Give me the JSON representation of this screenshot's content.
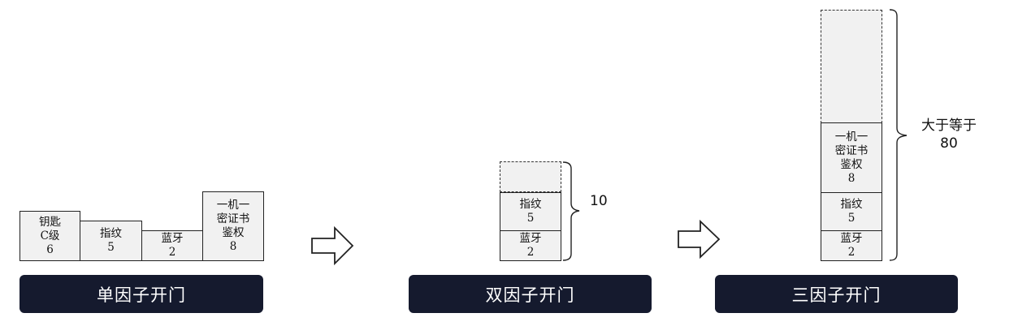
{
  "panels": {
    "single": {
      "label": "单因子开门",
      "key": {
        "l1": "钥匙",
        "l2": "C级",
        "v": "6"
      },
      "fingerprint": {
        "l1": "指纹",
        "v": "5"
      },
      "bluetooth": {
        "l1": "蓝牙",
        "v": "2"
      },
      "cert": {
        "l1": "一机一",
        "l2": "密证书",
        "l3": "鉴权",
        "v": "8"
      }
    },
    "double": {
      "label": "双因子开门",
      "fingerprint": {
        "l1": "指纹",
        "v": "5"
      },
      "bluetooth": {
        "l1": "蓝牙",
        "v": "2"
      },
      "threshold": "10"
    },
    "triple": {
      "label": "三因子开门",
      "cert": {
        "l1": "一机一",
        "l2": "密证书",
        "l3": "鉴权",
        "v": "8"
      },
      "fingerprint": {
        "l1": "指纹",
        "v": "5"
      },
      "bluetooth": {
        "l1": "蓝牙",
        "v": "2"
      },
      "threshold_line1": "大于等于",
      "threshold_line2": "80"
    }
  },
  "colors": {
    "label_bg": "#151a2e",
    "block_fill": "#f1f1f1",
    "border": "#222222"
  },
  "icons": [
    "right-arrow-icon",
    "right-arrow-icon"
  ]
}
